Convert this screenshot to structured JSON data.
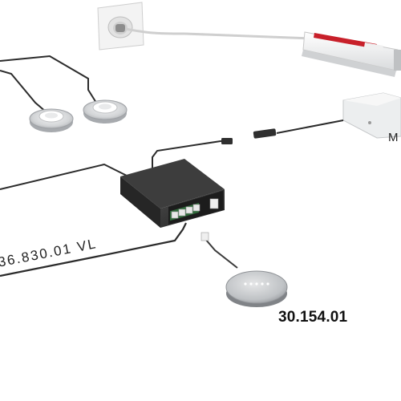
{
  "labels": {
    "part_number": "30.154.01",
    "cable_number": "36.830.01  VL",
    "cut_off_text": "M"
  },
  "icons": {
    "wall_socket": "wall-socket-icon",
    "power_driver": "led-driver-icon",
    "controller_box": "control-box-icon",
    "spot_light": "spotlight-icon",
    "touch_sensor": "touch-sensor-icon",
    "distributor": "distributor-icon"
  },
  "colors": {
    "cable": "#2b2b2b",
    "device_dark": "#2e2e2e",
    "metal": "#c8cacc",
    "driver_label": "#c8202a"
  }
}
